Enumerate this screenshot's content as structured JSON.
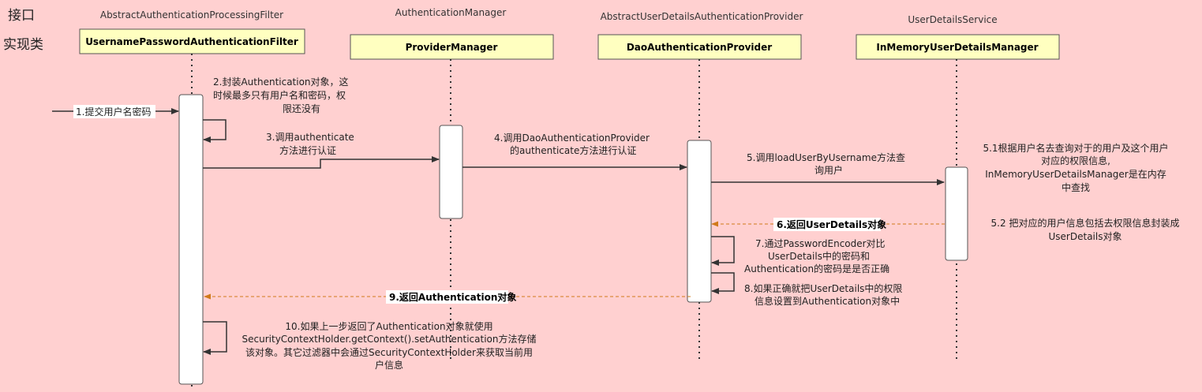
{
  "rows": {
    "interface": "接口",
    "impl": "实现类"
  },
  "participants": [
    {
      "interface": "AbstractAuthenticationProcessingFilter",
      "impl": "UsernamePasswordAuthenticationFilter"
    },
    {
      "interface": "AuthenticationManager",
      "impl": "ProviderManager"
    },
    {
      "interface": "AbstractUserDetailsAuthenticationProvider",
      "impl": "DaoAuthenticationProvider"
    },
    {
      "interface": "UserDetailsService",
      "impl": "InMemoryUserDetailsManager"
    }
  ],
  "messages": {
    "m1": "1.提交用户名密码",
    "m2": [
      "2.封装Authentication对象，这",
      "时候最多只有用户名和密码，权",
      "限还没有"
    ],
    "m3": [
      "3.调用authenticate",
      "方法进行认证"
    ],
    "m4": [
      "4.调用DaoAuthenticationProvider",
      "的authenticate方法进行认证"
    ],
    "m5": [
      "5.调用loadUserByUsername方法查",
      "询用户"
    ],
    "m51": [
      "5.1根据用户名去查询对于的用户及这个用户",
      "对应的权限信息,",
      "InMemoryUserDetailsManager是在内存",
      "中查找"
    ],
    "m52": [
      "5.2 把对应的用户信息包括去权限信息封装成",
      "UserDetails对象"
    ],
    "m6": "6.返回UserDetails对象",
    "m7": [
      "7.通过PasswordEncoder对比",
      "UserDetails中的密码和",
      "Authentication的密码是是否正确"
    ],
    "m8": [
      "8.如果正确就把UserDetails中的权限",
      "信息设置到Authentication对象中"
    ],
    "m9": "9.返回Authentication对象",
    "m10": [
      "10.如果上一步返回了Authentication对象就使用",
      "SecurityContextHolder.getContext().setAuthentication方法存储",
      "该对象。其它过滤器中会通过SecurityContextHolder来获取当前用",
      "户信息"
    ]
  },
  "colors": {
    "background": "#ffd0d0",
    "box_fill": "#ffffc0",
    "return_arrow": "#d07a1a",
    "line": "#333333"
  }
}
